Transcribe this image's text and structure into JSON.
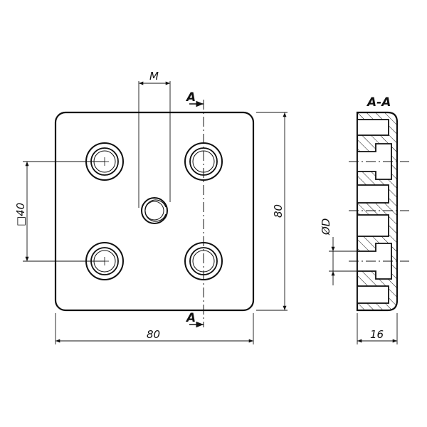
{
  "labels": {
    "thread": "M",
    "section_top": "A",
    "section_bottom": "A",
    "section_title": "A-A",
    "width": "80",
    "height": "80",
    "spacing": "□40",
    "diameter": "ØD",
    "thickness": "16"
  },
  "colors": {
    "line": "#111111",
    "background": "#ffffff"
  }
}
